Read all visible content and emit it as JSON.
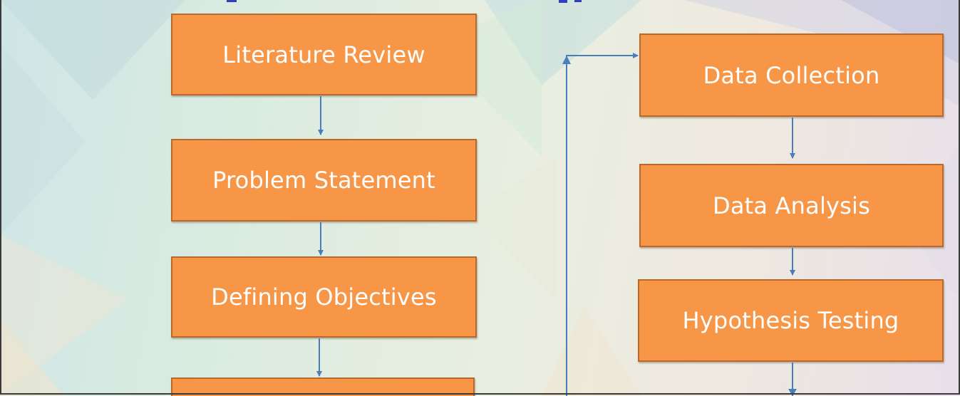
{
  "diagram": {
    "boxes": {
      "literature_review": "Literature Review",
      "problem_statement": "Problem Statement",
      "defining_objectives": "Defining Objectives",
      "data_collection": "Data Collection",
      "data_analysis": "Data Analysis",
      "hypothesis_testing": "Hypothesis Testing"
    },
    "colors": {
      "box_fill": "#f79646",
      "box_border": "#b76a2c",
      "box_text": "#ffffff",
      "arrow": "#4a7ebb"
    }
  }
}
